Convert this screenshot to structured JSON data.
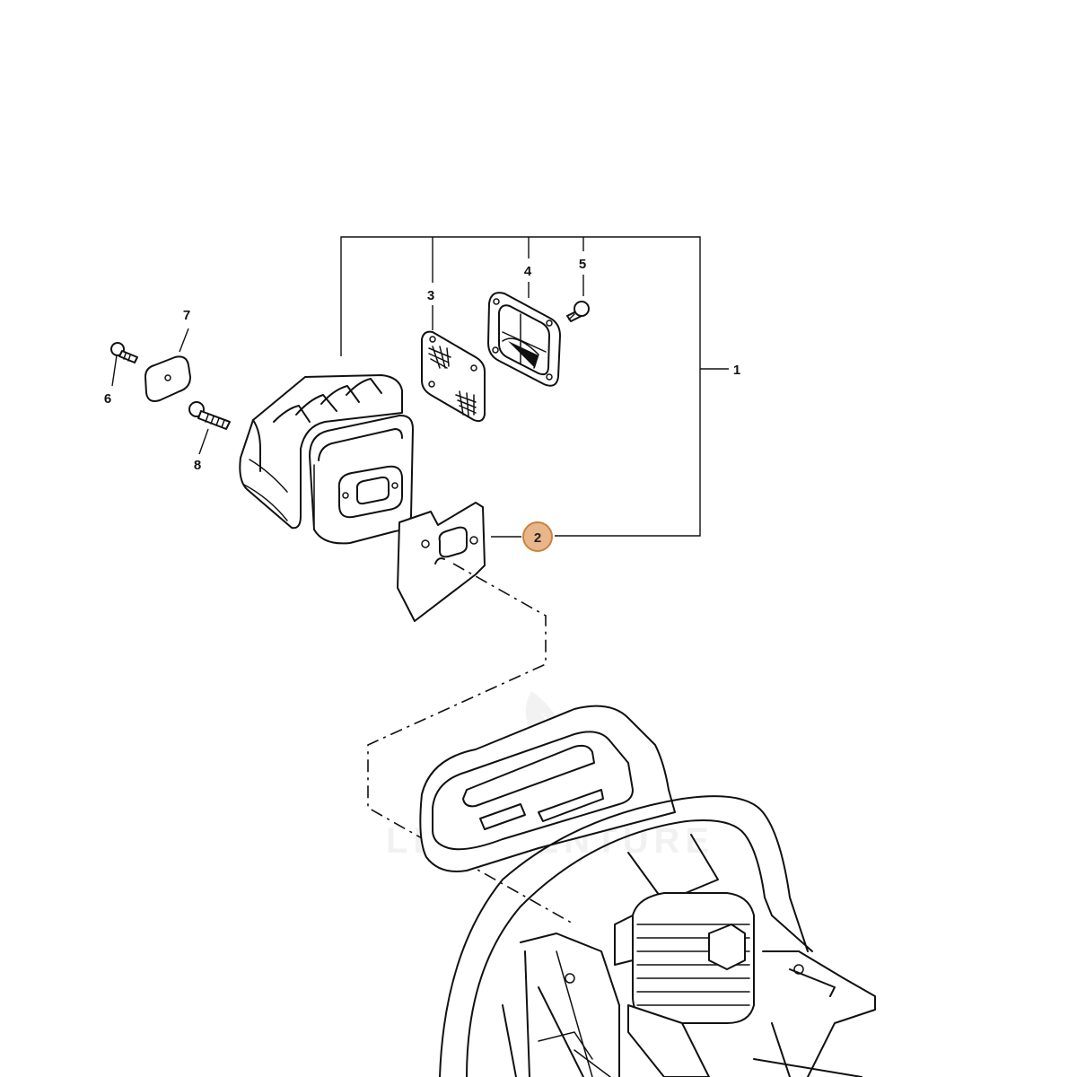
{
  "diagram": {
    "callouts": [
      "1",
      "2",
      "3",
      "4",
      "5",
      "6",
      "7",
      "8"
    ],
    "highlighted_callout": "2",
    "highlight_color": "#e8b68a",
    "highlight_stroke": "#c98240",
    "watermark": "LEADVENTURE"
  }
}
